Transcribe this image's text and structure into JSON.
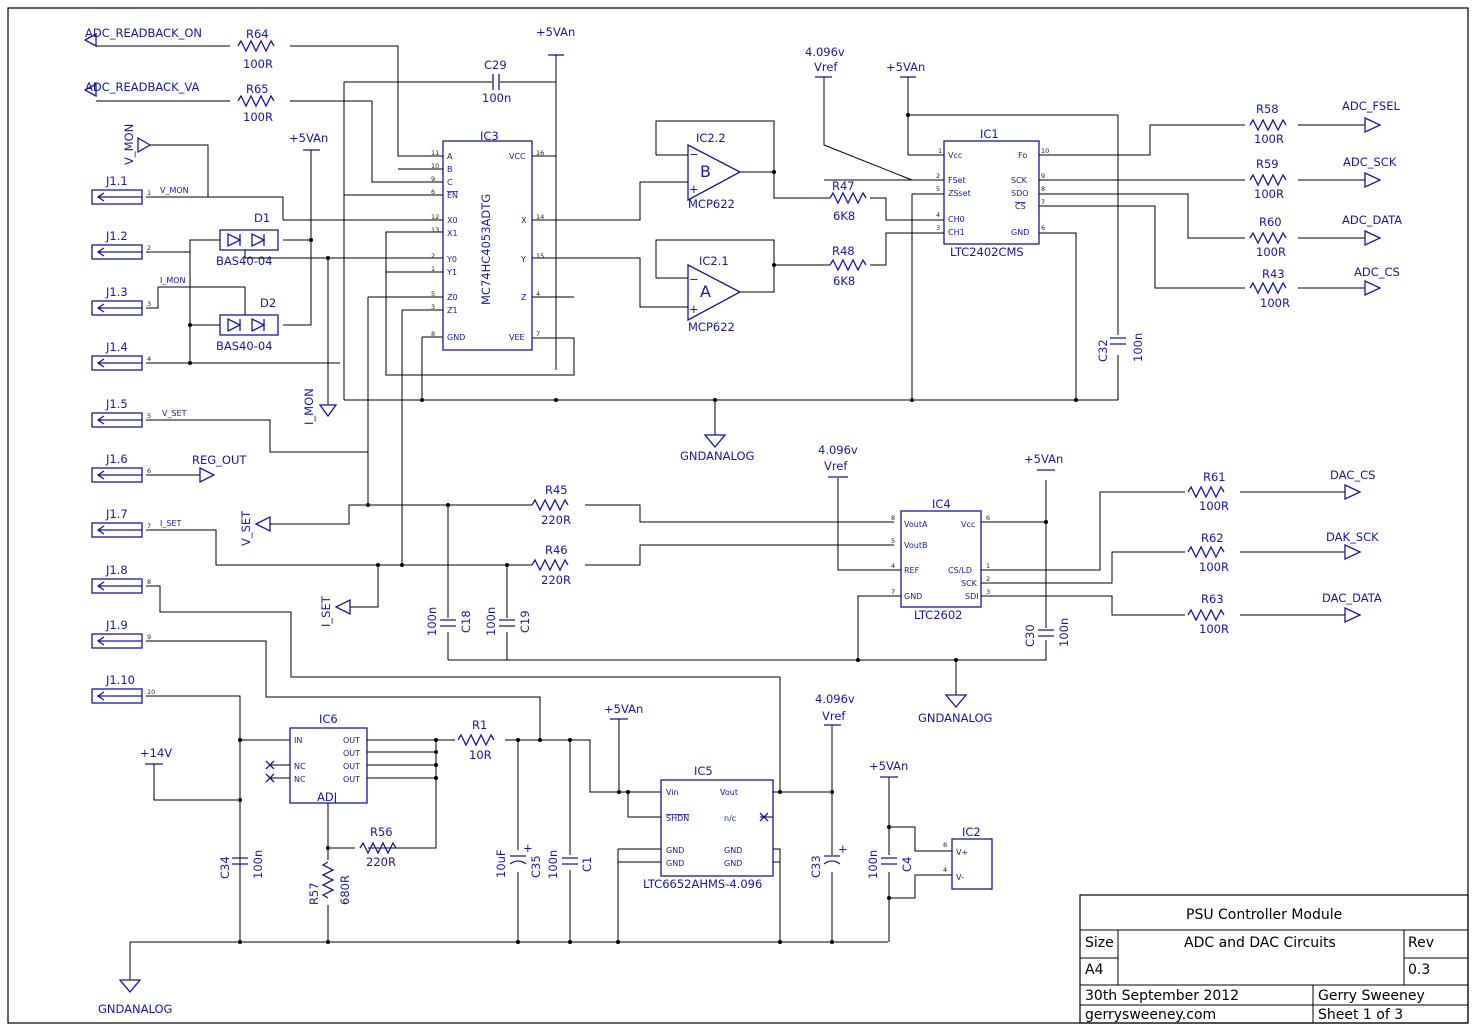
{
  "nets": {
    "adc_readback_on": "ADC_READBACK_ON",
    "adc_readback_va": "ADC_READBACK_VA",
    "v_mon": "V_MON",
    "i_mon": "I_MON",
    "v_set": "V_SET",
    "i_set": "I_SET",
    "reg_out": "REG_OUT",
    "adc_fsel": "ADC_FSEL",
    "adc_sck": "ADC_SCK",
    "adc_data": "ADC_DATA",
    "adc_cs": "ADC_CS",
    "dac_cs": "DAC_CS",
    "dak_sck": "DAK_SCK",
    "dac_data": "DAC_DATA",
    "plus5van": "+5VAn",
    "plus14v": "+14V",
    "vref_value": "4.096v",
    "vref": "Vref",
    "gndanalog": "GNDANALOG",
    "wire_v_mon": "V_MON",
    "wire_i_mon": "I_MON",
    "wire_v_set": "V_SET",
    "wire_i_set": "I_SET"
  },
  "connector": [
    "J1.1",
    "J1.2",
    "J1.3",
    "J1.4",
    "J1.5",
    "J1.6",
    "J1.7",
    "J1.8",
    "J1.9",
    "J1.10"
  ],
  "resistors": {
    "r64": {
      "ref": "R64",
      "value": "100R"
    },
    "r65": {
      "ref": "R65",
      "value": "100R"
    },
    "r47": {
      "ref": "R47",
      "value": "6K8"
    },
    "r48": {
      "ref": "R48",
      "value": "6K8"
    },
    "r58": {
      "ref": "R58",
      "value": "100R"
    },
    "r59": {
      "ref": "R59",
      "value": "100R"
    },
    "r60": {
      "ref": "R60",
      "value": "100R"
    },
    "r43": {
      "ref": "R43",
      "value": "100R"
    },
    "r45": {
      "ref": "R45",
      "value": "220R"
    },
    "r46": {
      "ref": "R46",
      "value": "220R"
    },
    "r61": {
      "ref": "R61",
      "value": "100R"
    },
    "r62": {
      "ref": "R62",
      "value": "100R"
    },
    "r63": {
      "ref": "R63",
      "value": "100R"
    },
    "r1": {
      "ref": "R1",
      "value": "10R"
    },
    "r56": {
      "ref": "R56",
      "value": "220R"
    },
    "r57": {
      "ref": "R57",
      "value": "680R"
    }
  },
  "capacitors": {
    "c29": {
      "ref": "C29",
      "value": "100n"
    },
    "c32": {
      "ref": "C32",
      "value": "100n"
    },
    "c18": {
      "ref": "C18",
      "value": "100n"
    },
    "c19": {
      "ref": "C19",
      "value": "100n"
    },
    "c30": {
      "ref": "C30",
      "value": "100n"
    },
    "c34": {
      "ref": "C34",
      "value": "100n"
    },
    "c35": {
      "ref": "C35",
      "value": "10uF"
    },
    "c1": {
      "ref": "C1",
      "value": "100n"
    },
    "c33": {
      "ref": "C33",
      "value": ""
    },
    "c4": {
      "ref": "C4",
      "value": "100n"
    }
  },
  "diodes": {
    "d1": {
      "ref": "D1",
      "value": "BAS40-04"
    },
    "d2": {
      "ref": "D2",
      "value": "BAS40-04"
    }
  },
  "ics": {
    "ic3": {
      "ref": "IC3",
      "part": "MC74HC4053ADTG",
      "pins_left": [
        "A",
        "B",
        "C",
        "EN",
        "X0",
        "X1",
        "Y0",
        "Y1",
        "Z0",
        "Z1",
        "GND"
      ],
      "pins_right": [
        "VCC",
        "X",
        "Y",
        "Z",
        "VEE"
      ]
    },
    "ic2_2": {
      "ref": "IC2.2",
      "unit": "B",
      "part": "MCP622"
    },
    "ic2_1": {
      "ref": "IC2.1",
      "unit": "A",
      "part": "MCP622"
    },
    "ic1": {
      "ref": "IC1",
      "part": "LTC2402CMS",
      "pins_left": [
        "Vcc",
        "FSet",
        "ZSset",
        "CH0",
        "CH1"
      ],
      "pins_right": [
        "Fo",
        "SCK",
        "SDO",
        "CS",
        "GND"
      ]
    },
    "ic4": {
      "ref": "IC4",
      "part": "LTC2602",
      "pins_left": [
        "VoutA",
        "VoutB",
        "REF",
        "GND"
      ],
      "pins_right": [
        "Vcc",
        "CS/LD",
        "SCK",
        "SDI"
      ]
    },
    "ic6": {
      "ref": "IC6",
      "part": "ADJ",
      "pins_left": [
        "IN",
        "NC",
        "NC"
      ],
      "pins_right": [
        "OUT",
        "OUT",
        "OUT",
        "OUT"
      ]
    },
    "ic5": {
      "ref": "IC5",
      "part": "LTC6652AHMS-4.096",
      "pins_left": [
        "Vin",
        "SHDN",
        "GND",
        "GND"
      ],
      "pins_right": [
        "Vout",
        "n/c",
        "GND",
        "GND"
      ]
    },
    "ic2": {
      "ref": "IC2",
      "pins": [
        "V+",
        "V-"
      ]
    }
  },
  "title_block": {
    "title": "PSU Controller Module",
    "size_label": "Size",
    "size": "A4",
    "subtitle": "ADC and DAC Circuits",
    "rev_label": "Rev",
    "rev": "0.3",
    "date": "30th September 2012",
    "author": "Gerry Sweeney",
    "website": "gerrysweeney.com",
    "sheet": "Sheet 1 of 3"
  },
  "colors": {
    "ink": "#17179c",
    "wire": "#000000",
    "background": "#ffffff"
  }
}
